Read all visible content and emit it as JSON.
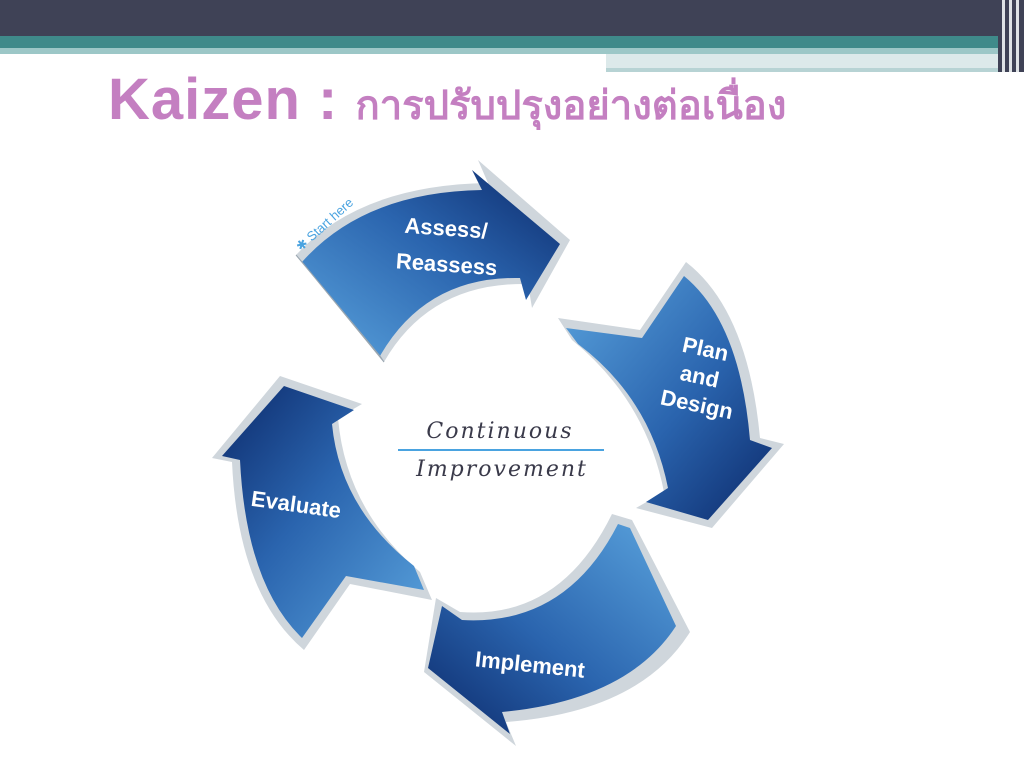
{
  "slide": {
    "title_main": "Kaizen : ",
    "title_thai": "การปรับปรุงอย่างต่อเนื่อง"
  },
  "diagram": {
    "start_marker": "✱ Start here",
    "center": {
      "line1": "Continuous",
      "line2": "Improvement"
    },
    "steps": [
      {
        "label_lines": [
          "Assess/",
          "Reassess"
        ]
      },
      {
        "label_lines": [
          "Plan",
          "and",
          "Design"
        ]
      },
      {
        "label_lines": [
          "Implement"
        ]
      },
      {
        "label_lines": [
          "Evaluate"
        ]
      }
    ],
    "colors": {
      "arrow_dark": "#0c2a6b",
      "arrow_light": "#5aa3dd",
      "center_line": "#4aa3e0",
      "title": "#c47fc1"
    }
  }
}
